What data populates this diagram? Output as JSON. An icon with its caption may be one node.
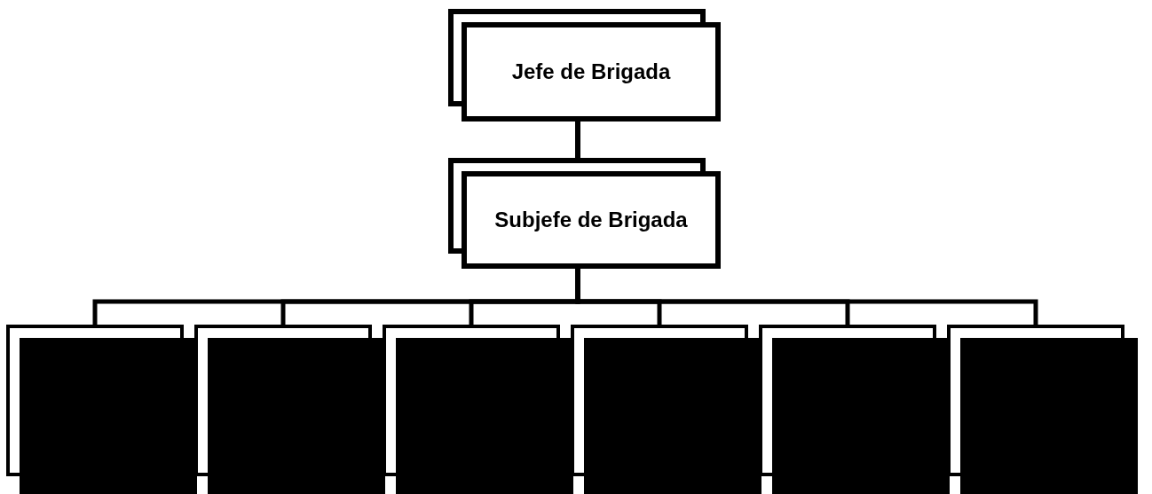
{
  "diagram": {
    "nodes": [
      {
        "text": [
          "Jefe de Brigada"
        ]
      },
      {
        "text": [
          "Subjefe de Brigada"
        ]
      },
      {
        "text": [],
        "shape": "box"
      },
      {
        "text": [],
        "shape": "box"
      },
      {
        "text": [],
        "shape": "box"
      },
      {
        "text": [],
        "shape": "box"
      },
      {
        "text": [],
        "shape": "box"
      },
      {
        "text": [],
        "shape": "box"
      }
    ],
    "edges": [
      {
        "from": 0,
        "to": 1,
        "arrow": "none"
      },
      {
        "from": 1,
        "to": 2,
        "arrow": "none"
      },
      {
        "from": 1,
        "to": 3,
        "arrow": "none"
      },
      {
        "from": 1,
        "to": 4,
        "arrow": "none"
      },
      {
        "from": 1,
        "to": 5,
        "arrow": "none"
      },
      {
        "from": 1,
        "to": 6,
        "arrow": "none"
      },
      {
        "from": 1,
        "to": 7,
        "arrow": "none"
      }
    ]
  }
}
